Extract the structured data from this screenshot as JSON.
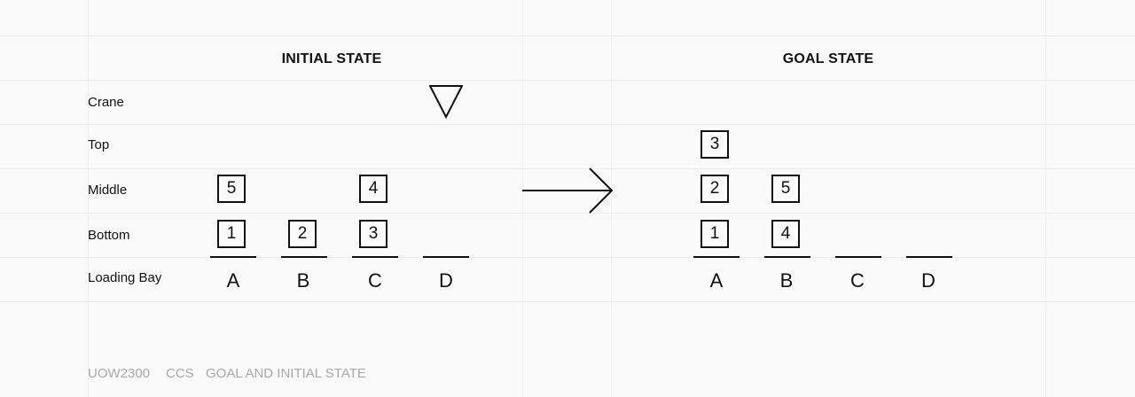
{
  "initial": {
    "title": "INITIAL STATE",
    "row_labels": [
      "Crane",
      "Top",
      "Middle",
      "Bottom",
      "Loading Bay"
    ],
    "bays": [
      "A",
      "B",
      "C",
      "D"
    ],
    "crates": {
      "A_bottom": "1",
      "A_middle": "5",
      "B_bottom": "2",
      "C_bottom": "3",
      "C_middle": "4"
    },
    "crane_position": "D"
  },
  "goal": {
    "title": "GOAL STATE",
    "bays": [
      "A",
      "B",
      "C",
      "D"
    ],
    "crates": {
      "A_bottom": "1",
      "A_middle": "2",
      "A_top": "3",
      "B_bottom": "4",
      "B_middle": "5"
    }
  },
  "footer": {
    "code": "UOW2300",
    "unit": "CCS",
    "caption": "GOAL AND INITIAL STATE"
  },
  "colors": {
    "ink": "#111111",
    "muted": "#a8a8a8",
    "grid": "#ececec",
    "background": "#fafafa"
  }
}
